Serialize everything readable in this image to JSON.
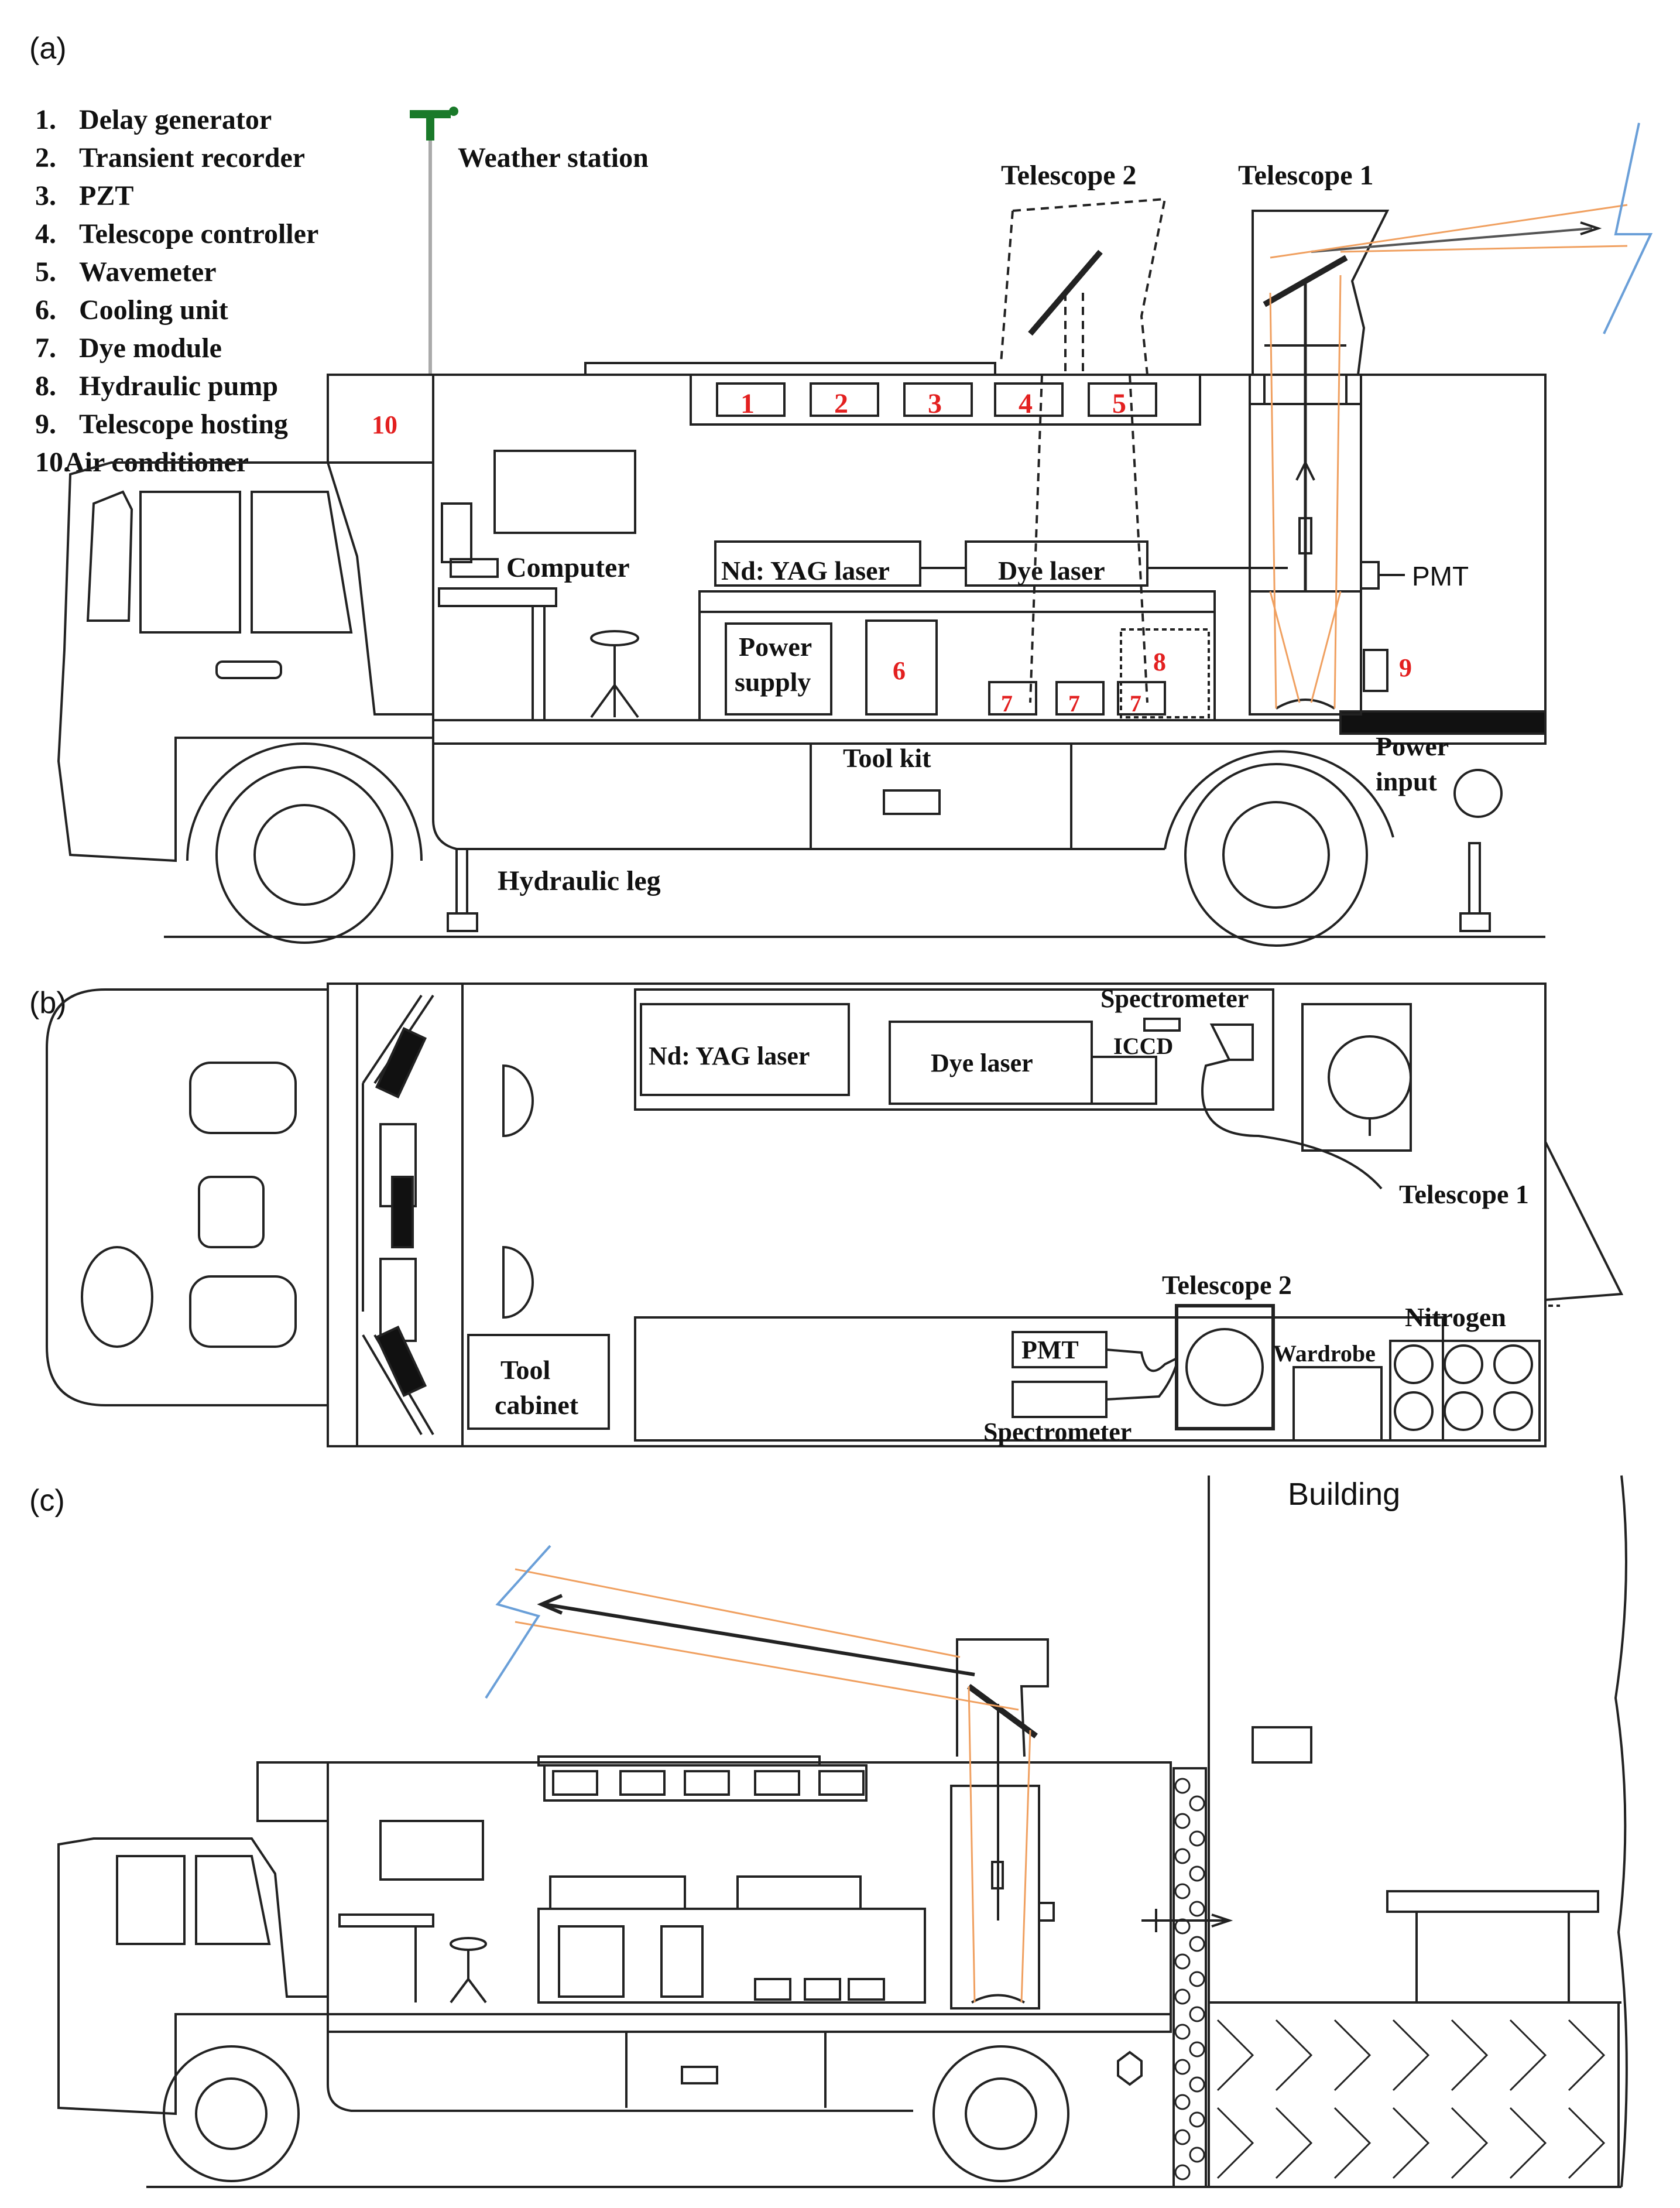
{
  "panel_labels": {
    "a": "(a)",
    "b": "(b)",
    "c": "(c)"
  },
  "legend": [
    {
      "num": "1.",
      "text": "Delay generator"
    },
    {
      "num": "2.",
      "text": "Transient recorder"
    },
    {
      "num": "3.",
      "text": "PZT"
    },
    {
      "num": "4.",
      "text": "Telescope controller"
    },
    {
      "num": "5.",
      "text": "Wavemeter"
    },
    {
      "num": "6.",
      "text": "Cooling unit"
    },
    {
      "num": "7.",
      "text": "Dye module"
    },
    {
      "num": "8.",
      "text": "Hydraulic pump"
    },
    {
      "num": "9.",
      "text": "Telescope hosting"
    },
    {
      "num": "10.",
      "text": "Air conditioner"
    }
  ],
  "side_view": {
    "weather_station": "Weather station",
    "telescope2": "Telescope 2",
    "telescope1": "Telescope 1",
    "computer": "Computer",
    "ndyag_laser": "Nd: YAG laser",
    "dye_laser": "Dye laser",
    "pmt": "PMT",
    "power_supply_1": "Power",
    "power_supply_2": "supply",
    "tool_kit": "Tool kit",
    "power_input_1": "Power",
    "power_input_2": "input",
    "hydraulic_leg": "Hydraulic leg",
    "rack_numbers": [
      "1",
      "2",
      "3",
      "4",
      "5"
    ],
    "num_6": "6",
    "num_7": "7",
    "num_8": "8",
    "num_9": "9",
    "num_10": "10"
  },
  "top_view": {
    "ndyag_laser": "Nd: YAG laser",
    "dye_laser": "Dye laser",
    "spectrometer_top": "Spectrometer",
    "iccd": "ICCD",
    "telescope1": "Telescope 1",
    "telescope2": "Telescope 2",
    "nitrogen": "Nitrogen",
    "wardrobe": "Wardrobe",
    "pmt": "PMT",
    "spectrometer_bottom": "Spectrometer",
    "tool_cabinet_1": "Tool",
    "tool_cabinet_2": "cabinet"
  },
  "deployed_view": {
    "building": "Building"
  },
  "colors": {
    "line": "#222222",
    "beam_orange": "#f0a060",
    "lightning_blue": "#6a9fd8",
    "number_red": "#e32020",
    "weather_green": "#1a7a2a",
    "pole_gray": "#aaaaaa"
  }
}
